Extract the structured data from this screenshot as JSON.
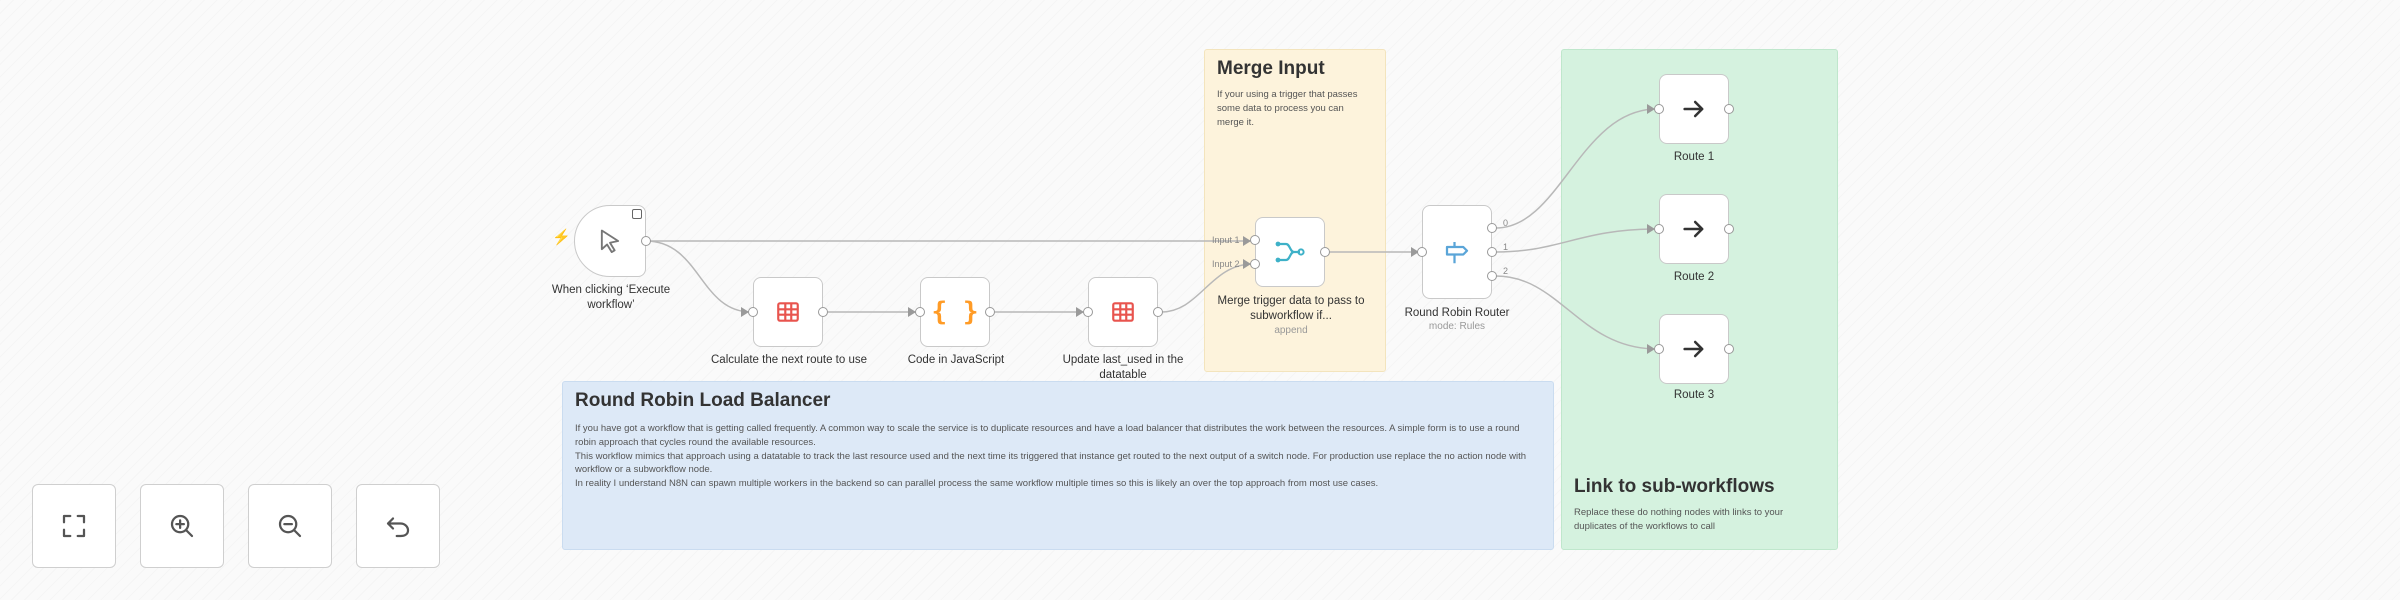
{
  "canvas": {
    "sticky_notes": {
      "merge": {
        "title": "Merge Input",
        "body": "If your using a trigger that passes some data to process you can merge it."
      },
      "round_robin": {
        "title": "Round Robin Load Balancer",
        "lines": [
          "If you have got a workflow that is getting called frequently. A common way to scale the service is to duplicate resources and have a load balancer that distributes the work between the resources. A simple form is to use a round robin approach that cycles round the available resources.",
          "This workflow mimics that approach using a datatable to track the last resource used and the next time its triggered that instance get routed to the next output of a switch node. For production use replace the no action node with workflow or a subworkflow node.",
          "In reality I understand N8N can spawn multiple workers in the backend so can parallel process the same workflow multiple times so this is likely an over the top approach from most use cases."
        ]
      },
      "link": {
        "title": "Link to sub-workflows",
        "body": "Replace these do nothing nodes with links to your duplicates of the workflows to call"
      }
    },
    "nodes": {
      "trigger": {
        "label": "When clicking ‘Execute workflow’",
        "icon": "cursor-icon"
      },
      "calc": {
        "label": "Calculate the next route to use",
        "icon": "table-icon",
        "color": "#e8544e"
      },
      "code": {
        "label": "Code in JavaScript",
        "icon": "code-braces-icon",
        "glyph": "{ }",
        "color": "#ff9b26"
      },
      "update": {
        "label": "Update last_used in the datatable",
        "icon": "table-icon",
        "color": "#e8544e"
      },
      "merge": {
        "label": "Merge trigger data to pass to subworkflow if...",
        "sublabel": "append",
        "icon": "merge-icon",
        "color": "#3eb1c8",
        "input1": "Input 1",
        "input2": "Input 2"
      },
      "router": {
        "label": "Round Robin Router",
        "sublabel": "mode: Rules",
        "icon": "signpost-icon",
        "color": "#5aa5d8",
        "outputs": [
          "0",
          "1",
          "2"
        ]
      },
      "route1": {
        "label": "Route 1",
        "icon": "arrow-right-icon"
      },
      "route2": {
        "label": "Route 2",
        "icon": "arrow-right-icon"
      },
      "route3": {
        "label": "Route 3",
        "icon": "arrow-right-icon"
      }
    }
  },
  "controls": [
    {
      "name": "fit-view-button",
      "icon": "fit-view-icon"
    },
    {
      "name": "zoom-in-button",
      "icon": "zoom-in-icon"
    },
    {
      "name": "zoom-out-button",
      "icon": "zoom-out-icon"
    },
    {
      "name": "undo-button",
      "icon": "undo-icon"
    }
  ]
}
